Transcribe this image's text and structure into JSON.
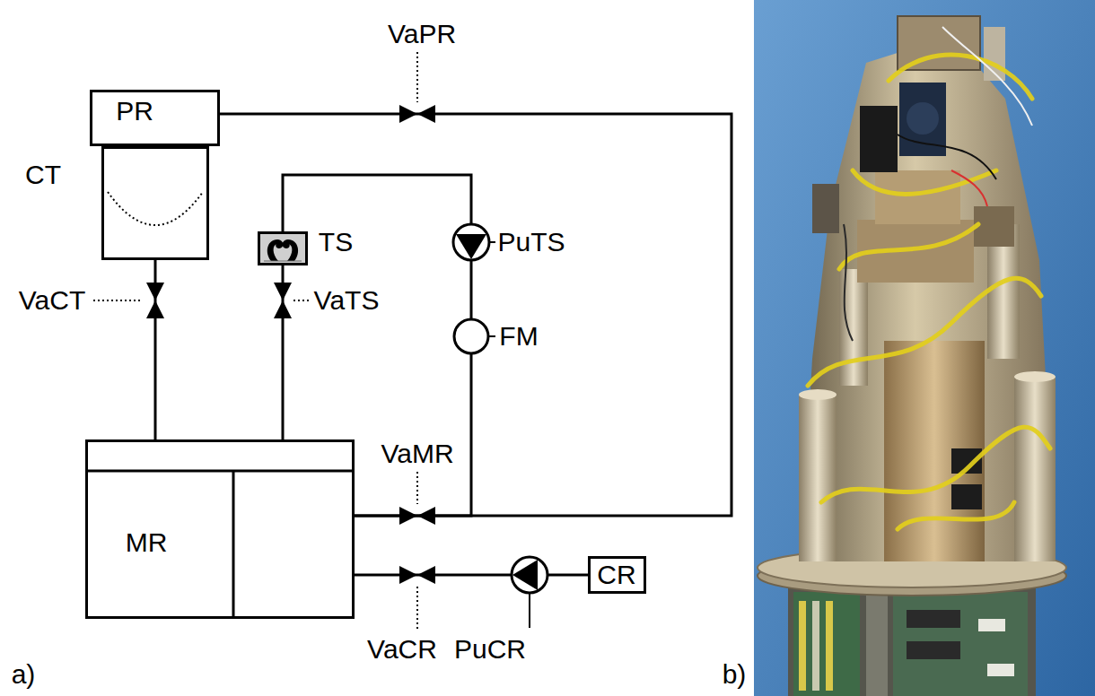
{
  "diagram": {
    "nodes": [
      {
        "text": [
          "PR"
        ]
      },
      {
        "text": [
          "CT"
        ]
      },
      {
        "text": [
          "TS"
        ]
      },
      {
        "text": [
          "MR"
        ]
      },
      {
        "text": [
          "CR"
        ]
      }
    ],
    "edges": [
      {
        "from": 0,
        "to": 3,
        "arrow": "none"
      },
      {
        "from": 1,
        "to": 3,
        "arrow": "none"
      },
      {
        "from": 2,
        "to": 3,
        "arrow": "none"
      },
      {
        "from": 2,
        "to": 3,
        "arrow": "none"
      },
      {
        "from": 4,
        "to": 3,
        "arrow": "none"
      }
    ],
    "labels": [
      "VaPR",
      "VaCT",
      "VaTS",
      "PuTS",
      "FM",
      "VaMR",
      "VaCR",
      "PuCR",
      "a)",
      "b)"
    ]
  }
}
